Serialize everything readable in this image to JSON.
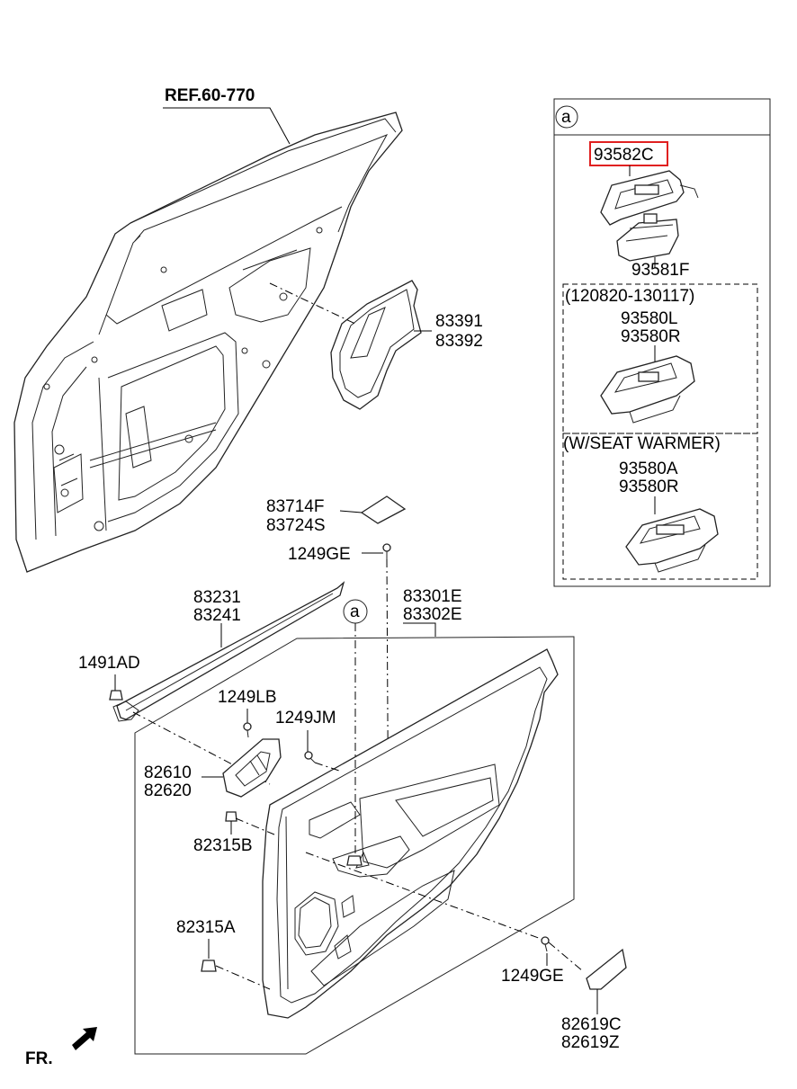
{
  "reference": "REF.60-770",
  "direction": "FR.",
  "callout": "a",
  "highlight_color": "#e02020",
  "inset": {
    "callout": "a",
    "highlighted_part": "93582C",
    "switch_housing_part": "93581F",
    "groups": [
      {
        "title": "(120820-130117)",
        "parts": [
          "93580L",
          "93580R"
        ]
      },
      {
        "title": "(W/SEAT WARMER)",
        "parts": [
          "93580A",
          "93580R"
        ]
      }
    ]
  },
  "parts": {
    "trim_seal": [
      "83391",
      "83392"
    ],
    "sticker": [
      "83714F",
      "83724S"
    ],
    "screw_top": "1249GE",
    "weatherstrip": [
      "83231",
      "83241"
    ],
    "trim_panel": [
      "83301E",
      "83302E"
    ],
    "clip_front": "1491AD",
    "screw_handle": "1249LB",
    "screw_jm": "1249JM",
    "inside_handle": [
      "82610",
      "82620"
    ],
    "clip_b": "82315B",
    "clip_a": "82315A",
    "screw_bottom": "1249GE",
    "cover": [
      "82619C",
      "82619Z"
    ]
  }
}
